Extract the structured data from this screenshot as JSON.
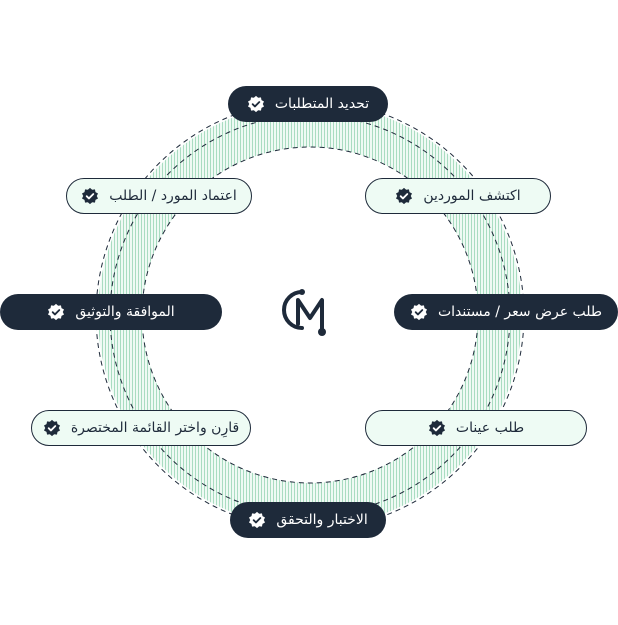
{
  "steps": [
    {
      "label": "تحديد المتطلبات",
      "style": "dark"
    },
    {
      "label": "اكتشف الموردين",
      "style": "light"
    },
    {
      "label": "طلب عرض سعر / مستندات",
      "style": "dark"
    },
    {
      "label": "طلب عينات",
      "style": "light"
    },
    {
      "label": "الاختبار والتحقق",
      "style": "dark"
    },
    {
      "label": "قارِن واختر القائمة المختصرة",
      "style": "light"
    },
    {
      "label": "الموافقة والتوثيق",
      "style": "dark"
    },
    {
      "label": "اعتماد المورد / الطلب",
      "style": "light"
    }
  ],
  "icons": {
    "step_badge": "verified-check-badge-icon",
    "logo": "cm-logo"
  },
  "colors": {
    "dark": "#1e2a3a",
    "light_fill": "#eefbf4",
    "ring_stripes": "#a9dcc1",
    "ring_fill": "#effaf4"
  }
}
